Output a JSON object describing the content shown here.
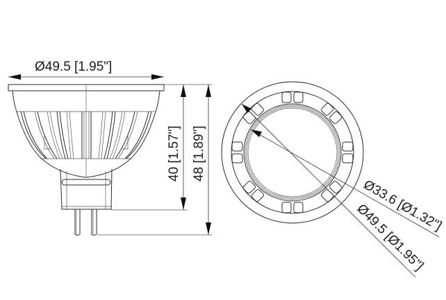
{
  "figure": {
    "subject": "MR16 LED bulb dimension drawing",
    "side_view": {
      "width_dimension_label": "Ø49.5 [1.95\"]",
      "body_height_label": "40 [1.57\"]",
      "overall_height_label": "48 [1.89\"]"
    },
    "front_view": {
      "inner_diameter_label": "Ø33.6 [Ø1.32\"]",
      "outer_diameter_label": "Ø49.5 [Ø1.95\"]"
    }
  },
  "colors": {
    "line": "#2a2a2a",
    "background": "#ffffff"
  }
}
